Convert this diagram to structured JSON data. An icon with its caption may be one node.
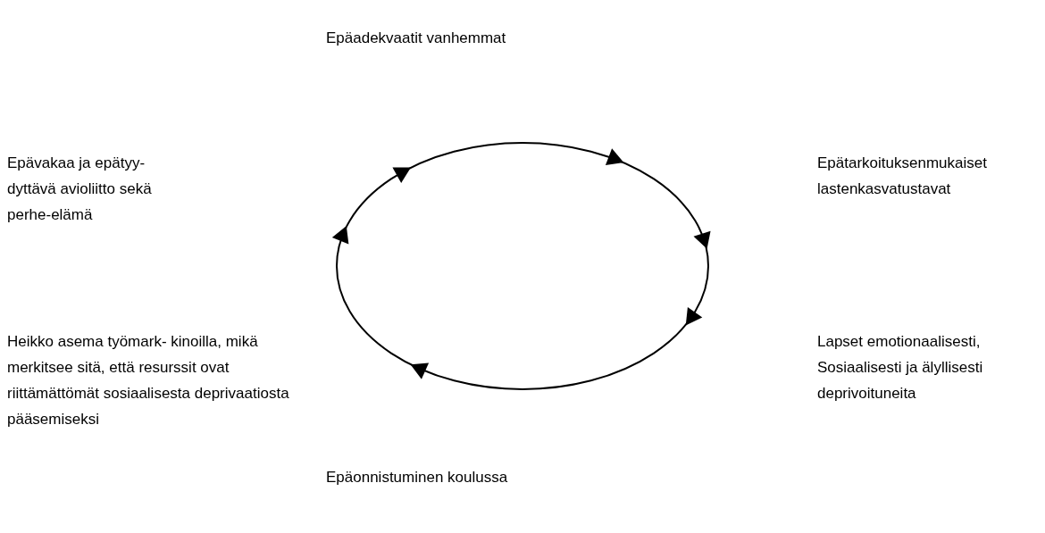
{
  "diagram": {
    "nodes": [
      {
        "text": [
          "Epäadekvaatit vanhemmat"
        ]
      },
      {
        "text": [
          "Epävakaa ja epätyy- dyttävä avioliitto sekä perhe-elämä"
        ]
      },
      {
        "text": [
          "Epätarkoituksenmukaiset lastenkasvatustavat"
        ]
      },
      {
        "text": [
          "Heikko asema työmark- kinoilla, mikä merkitsee sitä, että resurssit ovat riittämättömät sosiaalisesta deprivaatiosta pääsemiseksi"
        ]
      },
      {
        "text": [
          "Lapset emotionaalisesti, Sosiaalisesti ja älyllisesti deprivoituneita"
        ]
      },
      {
        "text": [
          "Epäonnistuminen koulussa"
        ]
      }
    ]
  }
}
